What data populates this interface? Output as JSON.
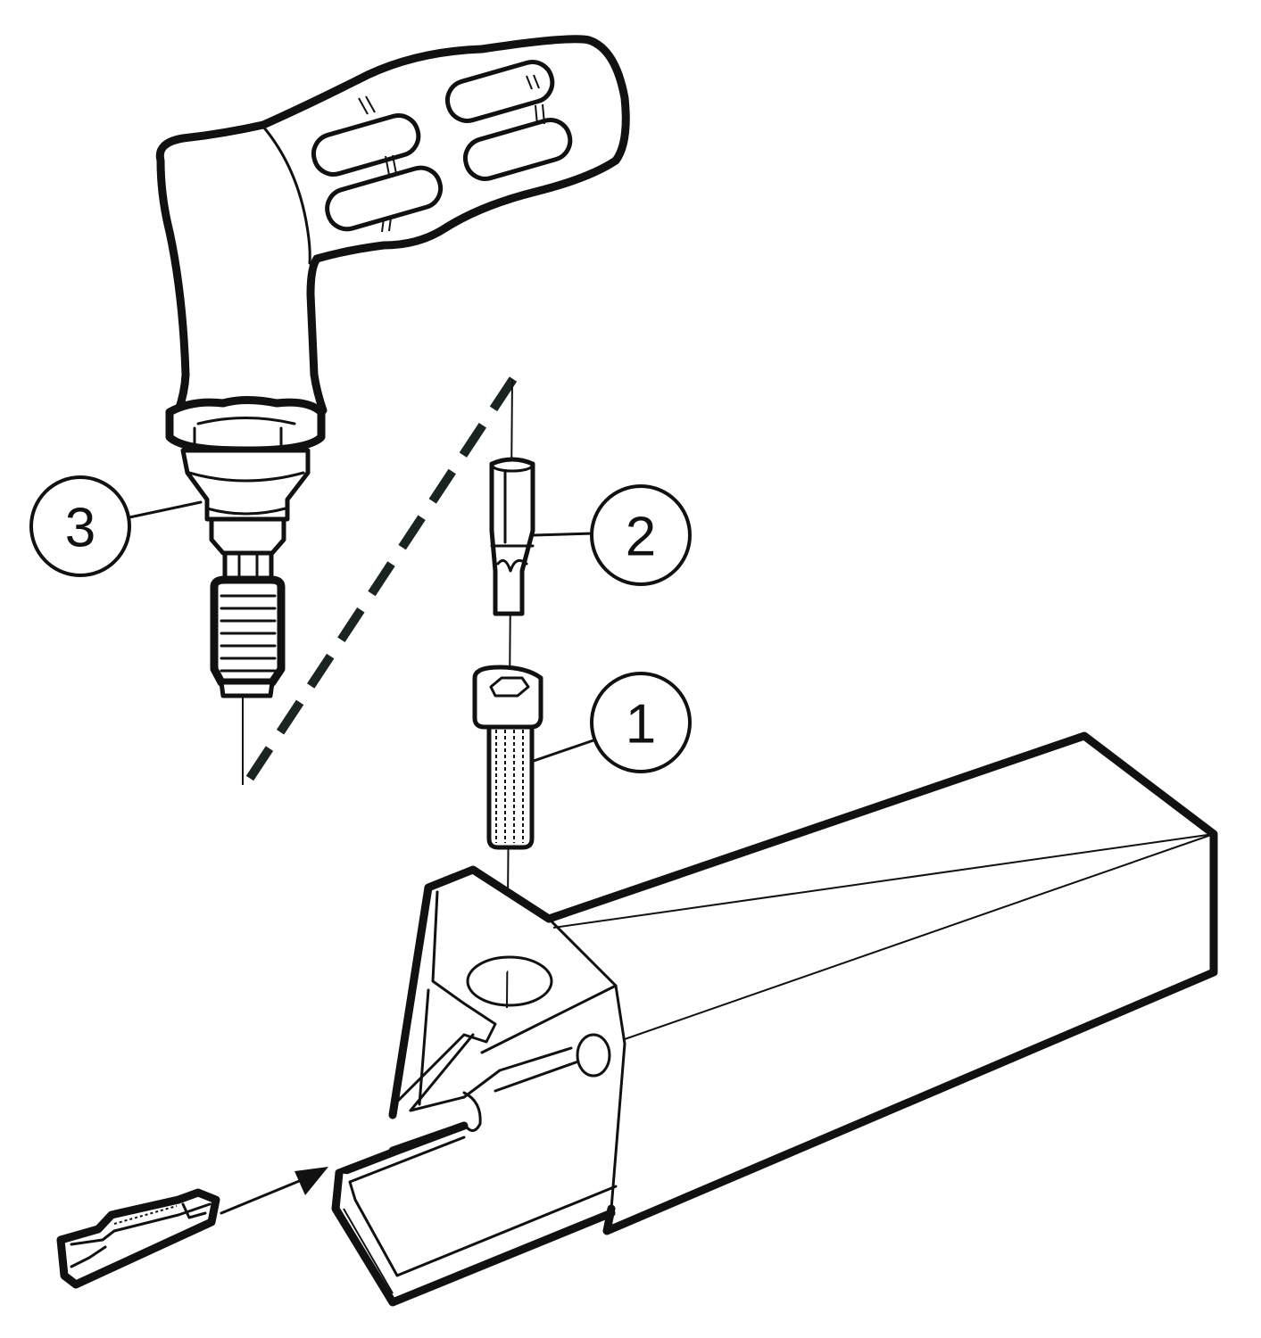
{
  "diagram": {
    "type": "exploded-assembly-line-drawing",
    "colors": {
      "line": "#111111",
      "background": "#ffffff",
      "dashed_line": "#1a2420"
    },
    "callouts": [
      {
        "id": "1",
        "label": "1",
        "part": "cap-screw"
      },
      {
        "id": "2",
        "label": "2",
        "part": "torx-bit"
      },
      {
        "id": "3",
        "label": "3",
        "part": "torque-wrench"
      }
    ],
    "parts": [
      {
        "name": "torque-wrench",
        "callout": "3"
      },
      {
        "name": "torx-bit",
        "callout": "2"
      },
      {
        "name": "cap-screw",
        "callout": "1"
      },
      {
        "name": "tool-holder",
        "callout": null
      },
      {
        "name": "grooving-insert",
        "callout": null
      }
    ]
  }
}
